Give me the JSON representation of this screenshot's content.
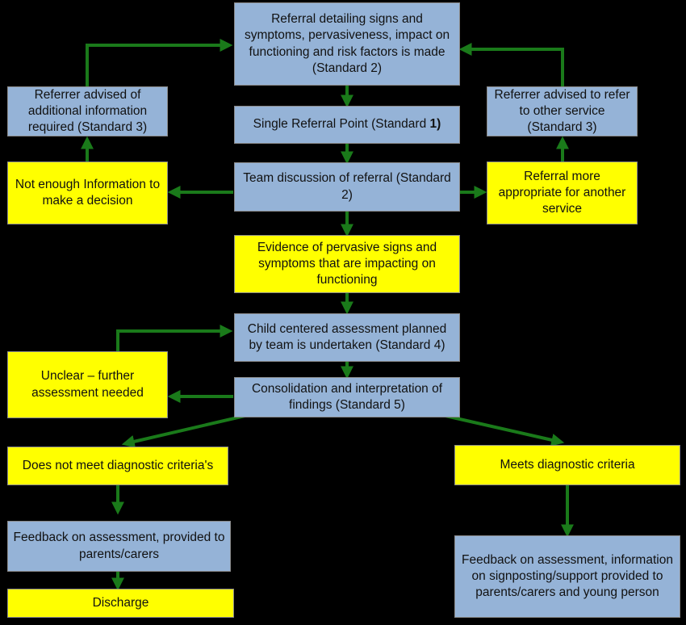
{
  "nodes": {
    "referral": "Referral detailing signs and symptoms, pervasiveness, impact on functioning and risk factors is made (Standard 2)",
    "referrer_additional": "Referrer advised of additional information required (Standard 3)",
    "referrer_other": "Referrer advised to refer to other service (Standard 3)",
    "single_point_text": "Single Referral Point (Standard ",
    "single_point_num": "1)",
    "team_discussion": "Team discussion of referral (Standard 2)",
    "not_enough": "Not enough Information to make a decision",
    "more_appropriate": "Referral more appropriate for another service",
    "evidence": "Evidence of pervasive signs and symptoms that are impacting on functioning",
    "child_assessment": "Child centered assessment planned by team is undertaken (Standard 4)",
    "unclear": "Unclear – further assessment needed",
    "consolidation": "Consolidation and interpretation of findings (Standard 5)",
    "not_meet": "Does not meet diagnostic criteria's",
    "meets": "Meets diagnostic criteria",
    "feedback_parents": "Feedback on assessment, provided to parents/carers",
    "discharge": "Discharge",
    "feedback_support": "Feedback on assessment, information on signposting/support provided to parents/carers and young person"
  },
  "colors": {
    "process_fill": "#95b3d7",
    "decision_fill": "#ffff00",
    "arrow": "#1a7a1a",
    "background": "#000000"
  }
}
